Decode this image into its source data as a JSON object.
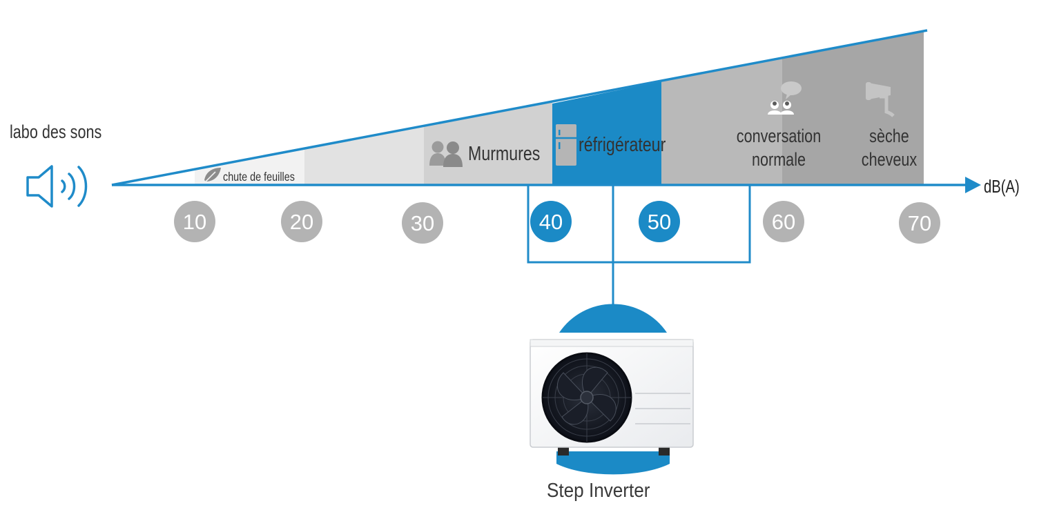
{
  "title": "labo des sons",
  "axis_unit": "dB(A)",
  "colors": {
    "accent": "#1b8ac6",
    "line": "#1f8bc9",
    "marker_gray": "#b3b3b3",
    "band_text": "#333333"
  },
  "icons": {
    "speaker": "speaker-icon",
    "leaf": "leaf-icon",
    "people": "people-icon",
    "fridge": "fridge-icon",
    "conversation": "conversation-icon",
    "hair_dryer": "hair-dryer-icon",
    "heat_pump": "heat-pump-icon"
  },
  "scale": {
    "markers": [
      {
        "label": "10",
        "highlighted": false
      },
      {
        "label": "20",
        "highlighted": false
      },
      {
        "label": "30",
        "highlighted": false
      },
      {
        "label": "40",
        "highlighted": true
      },
      {
        "label": "50",
        "highlighted": true
      },
      {
        "label": "60",
        "highlighted": false
      },
      {
        "label": "70",
        "highlighted": false
      }
    ],
    "bands": [
      {
        "id": "leaves",
        "lines": [
          "chute de feuilles"
        ],
        "shade": "#f2f2f2",
        "highlight": false
      },
      {
        "id": "quiet",
        "lines": [],
        "shade": "#e2e2e2",
        "highlight": false
      },
      {
        "id": "murmur",
        "lines": [
          "Murmures"
        ],
        "shade": "#d1d1d1",
        "highlight": false
      },
      {
        "id": "fridge",
        "lines": [
          "réfrigérateur"
        ],
        "shade": "#1b8ac6",
        "highlight": true
      },
      {
        "id": "mid",
        "lines": [],
        "shade": "#b9b9b9",
        "highlight": false
      },
      {
        "id": "talk",
        "lines": [
          "conversation",
          "normale"
        ],
        "shade": "#a6a6a6",
        "highlight": false
      },
      {
        "id": "dryer",
        "lines": [
          "sèche",
          "cheveux"
        ],
        "shade": "#989898",
        "highlight": false
      }
    ]
  },
  "product": {
    "name": "Step Inverter",
    "range_low": "40",
    "range_high": "50"
  }
}
